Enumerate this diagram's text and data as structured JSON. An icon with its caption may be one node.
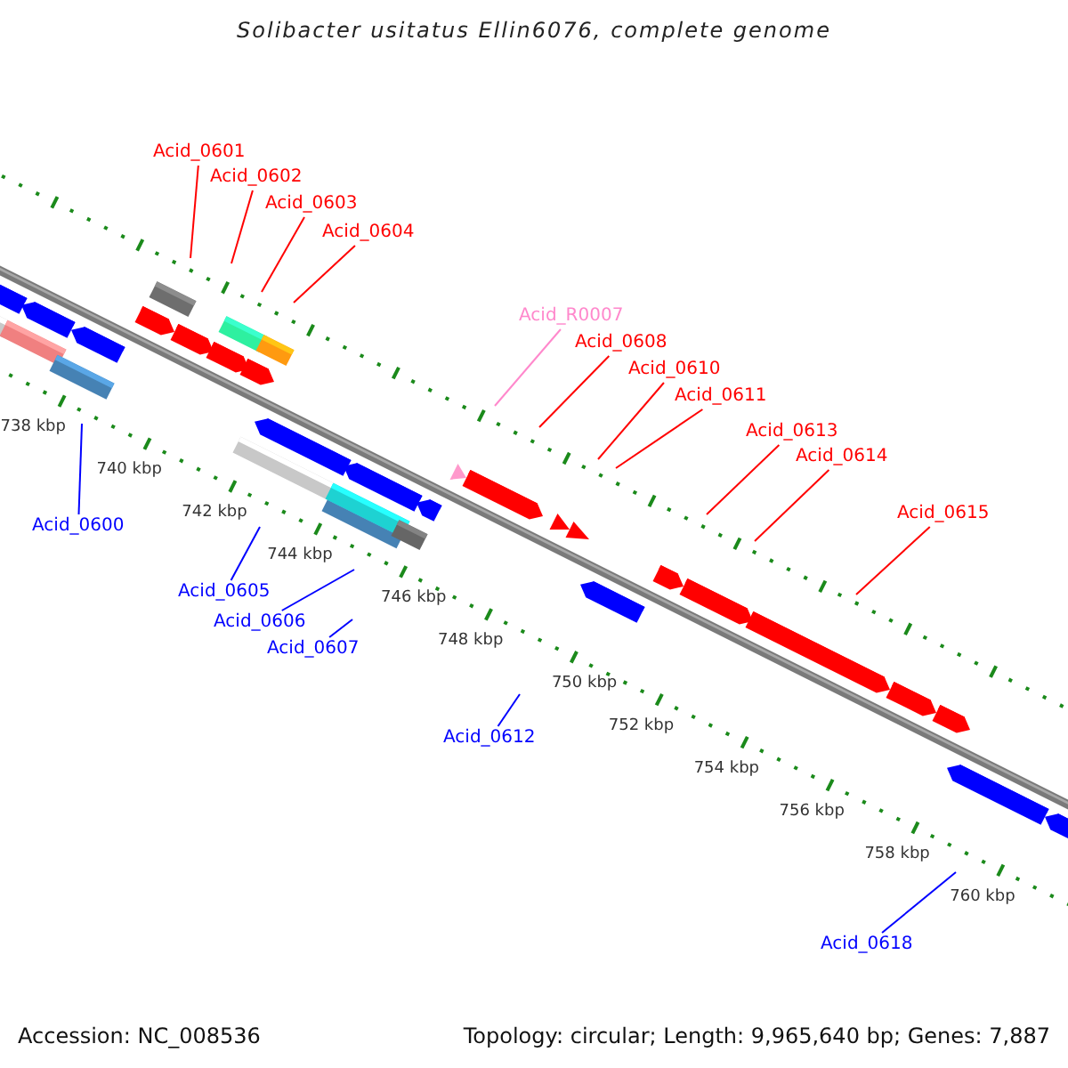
{
  "diagram": {
    "title": "Solibacter usitatus Ellin6076, complete genome",
    "nodes": [
      {
        "text": [
          "Acid_0601"
        ]
      },
      {
        "text": [
          "Acid_0602"
        ]
      },
      {
        "text": [
          "Acid_0603"
        ]
      },
      {
        "text": [
          "Acid_0604"
        ]
      },
      {
        "text": [
          "Acid_R0007"
        ]
      },
      {
        "text": [
          "Acid_0608"
        ]
      },
      {
        "text": [
          "Acid_0610"
        ]
      },
      {
        "text": [
          "Acid_0611"
        ]
      },
      {
        "text": [
          "Acid_0613"
        ]
      },
      {
        "text": [
          "Acid_0614"
        ]
      },
      {
        "text": [
          "Acid_0615"
        ]
      },
      {
        "text": [
          "Acid_0600"
        ]
      },
      {
        "text": [
          "Acid_0605"
        ]
      },
      {
        "text": [
          "Acid_0606"
        ]
      },
      {
        "text": [
          "Acid_0607"
        ]
      },
      {
        "text": [
          "Acid_0612"
        ]
      },
      {
        "text": [
          "Acid_0618"
        ]
      }
    ],
    "edges": [
      {
        "from": 0,
        "to": null,
        "arrow": "none"
      },
      {
        "from": 1,
        "to": null,
        "arrow": "none"
      },
      {
        "from": 2,
        "to": null,
        "arrow": "none"
      },
      {
        "from": 3,
        "to": null,
        "arrow": "none"
      },
      {
        "from": 4,
        "to": null,
        "arrow": "none",
        "color": "#ff88cc"
      },
      {
        "from": 5,
        "to": null,
        "arrow": "none"
      },
      {
        "from": 6,
        "to": null,
        "arrow": "none"
      },
      {
        "from": 7,
        "to": null,
        "arrow": "none"
      },
      {
        "from": 8,
        "to": null,
        "arrow": "none"
      },
      {
        "from": 9,
        "to": null,
        "arrow": "none"
      },
      {
        "from": 10,
        "to": null,
        "arrow": "none"
      },
      {
        "from": 11,
        "to": null,
        "arrow": "none",
        "color": "#0000ff"
      },
      {
        "from": 12,
        "to": null,
        "arrow": "none",
        "color": "#0000ff"
      },
      {
        "from": 13,
        "to": null,
        "arrow": "none",
        "color": "#0000ff"
      },
      {
        "from": 14,
        "to": null,
        "arrow": "none",
        "color": "#0000ff"
      },
      {
        "from": 15,
        "to": null,
        "arrow": "none",
        "color": "#0000ff"
      },
      {
        "from": 16,
        "to": null,
        "arrow": "none",
        "color": "#0000ff"
      }
    ],
    "labels": [
      "738 kbp",
      "740 kbp",
      "742 kbp",
      "744 kbp",
      "746 kbp",
      "748 kbp",
      "750 kbp",
      "752 kbp",
      "754 kbp",
      "756 kbp",
      "758 kbp",
      "760 kbp",
      "Accession: NC_008536",
      "Topology: circular; Length: 9,965,640 bp; Genes: 7,887"
    ]
  }
}
